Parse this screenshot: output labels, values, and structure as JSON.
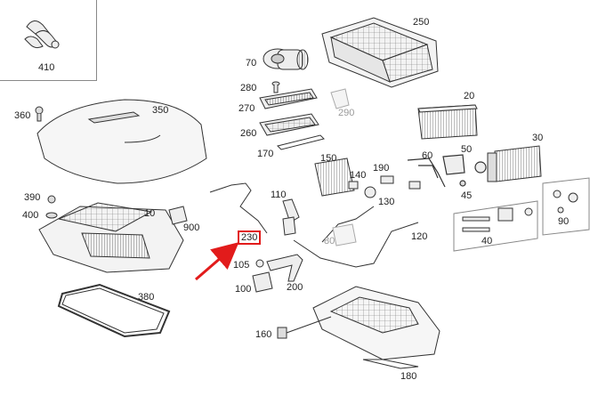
{
  "callouts": [
    {
      "id": "c410",
      "text": "410"
    },
    {
      "id": "c250",
      "text": "250"
    },
    {
      "id": "c70",
      "text": "70"
    },
    {
      "id": "c280",
      "text": "280"
    },
    {
      "id": "c270",
      "text": "270"
    },
    {
      "id": "c290",
      "text": "290",
      "muted": true
    },
    {
      "id": "c260",
      "text": "260"
    },
    {
      "id": "c170",
      "text": "170"
    },
    {
      "id": "c20",
      "text": "20"
    },
    {
      "id": "c360",
      "text": "360"
    },
    {
      "id": "c350",
      "text": "350"
    },
    {
      "id": "c30",
      "text": "30"
    },
    {
      "id": "c60",
      "text": "60"
    },
    {
      "id": "c50",
      "text": "50"
    },
    {
      "id": "c150",
      "text": "150"
    },
    {
      "id": "c190",
      "text": "190"
    },
    {
      "id": "c140",
      "text": "140"
    },
    {
      "id": "c45",
      "text": "45"
    },
    {
      "id": "c390",
      "text": "390"
    },
    {
      "id": "c400",
      "text": "400"
    },
    {
      "id": "c10",
      "text": "10"
    },
    {
      "id": "c900",
      "text": "900"
    },
    {
      "id": "c110",
      "text": "110"
    },
    {
      "id": "c130",
      "text": "130"
    },
    {
      "id": "c230",
      "text": "230",
      "highlight": true
    },
    {
      "id": "c80",
      "text": "80",
      "muted": true
    },
    {
      "id": "c120",
      "text": "120"
    },
    {
      "id": "c40",
      "text": "40"
    },
    {
      "id": "c90",
      "text": "90"
    },
    {
      "id": "c105",
      "text": "105"
    },
    {
      "id": "c100",
      "text": "100"
    },
    {
      "id": "c200",
      "text": "200"
    },
    {
      "id": "c380",
      "text": "380"
    },
    {
      "id": "c160",
      "text": "160"
    },
    {
      "id": "c180",
      "text": "180"
    }
  ],
  "colors": {
    "highlight": "#e21b1b",
    "line": "#444444",
    "muted": "#9a9a9a",
    "part_fill": "#f2f2f2"
  }
}
